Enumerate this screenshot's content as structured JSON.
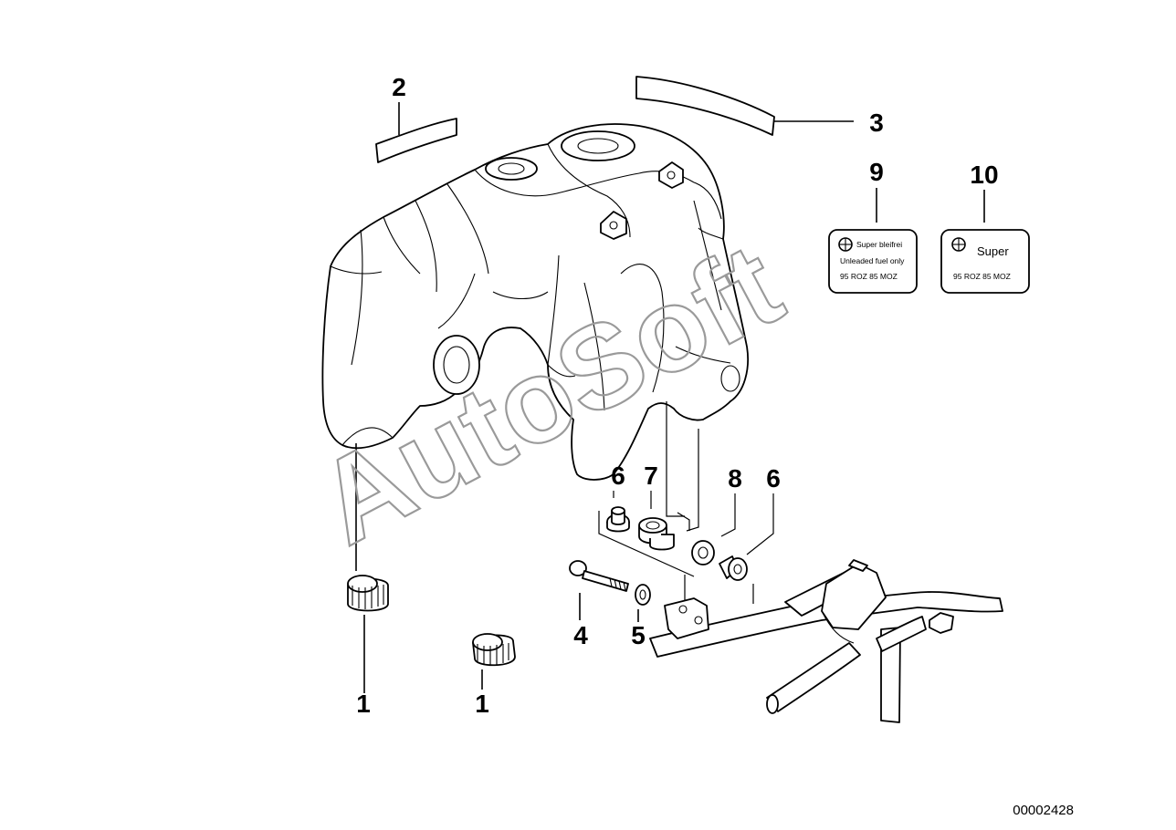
{
  "watermark": "AutoSoft",
  "document_number": "00002428",
  "callouts": [
    {
      "id": "c2",
      "text": "2"
    },
    {
      "id": "c3",
      "text": "3"
    },
    {
      "id": "c9",
      "text": "9"
    },
    {
      "id": "c10",
      "text": "10"
    },
    {
      "id": "c6a",
      "text": "6"
    },
    {
      "id": "c7",
      "text": "7"
    },
    {
      "id": "c8",
      "text": "8"
    },
    {
      "id": "c6b",
      "text": "6"
    },
    {
      "id": "c4",
      "text": "4"
    },
    {
      "id": "c5",
      "text": "5"
    },
    {
      "id": "c1a",
      "text": "1"
    },
    {
      "id": "c1b",
      "text": "1"
    }
  ],
  "label_9": {
    "line1": "Super bleifrei",
    "line2": "Unleaded fuel only",
    "line3": "95 ROZ 85 MOZ"
  },
  "label_10": {
    "line1": "Super",
    "line2": "95 ROZ 85 MOZ"
  }
}
